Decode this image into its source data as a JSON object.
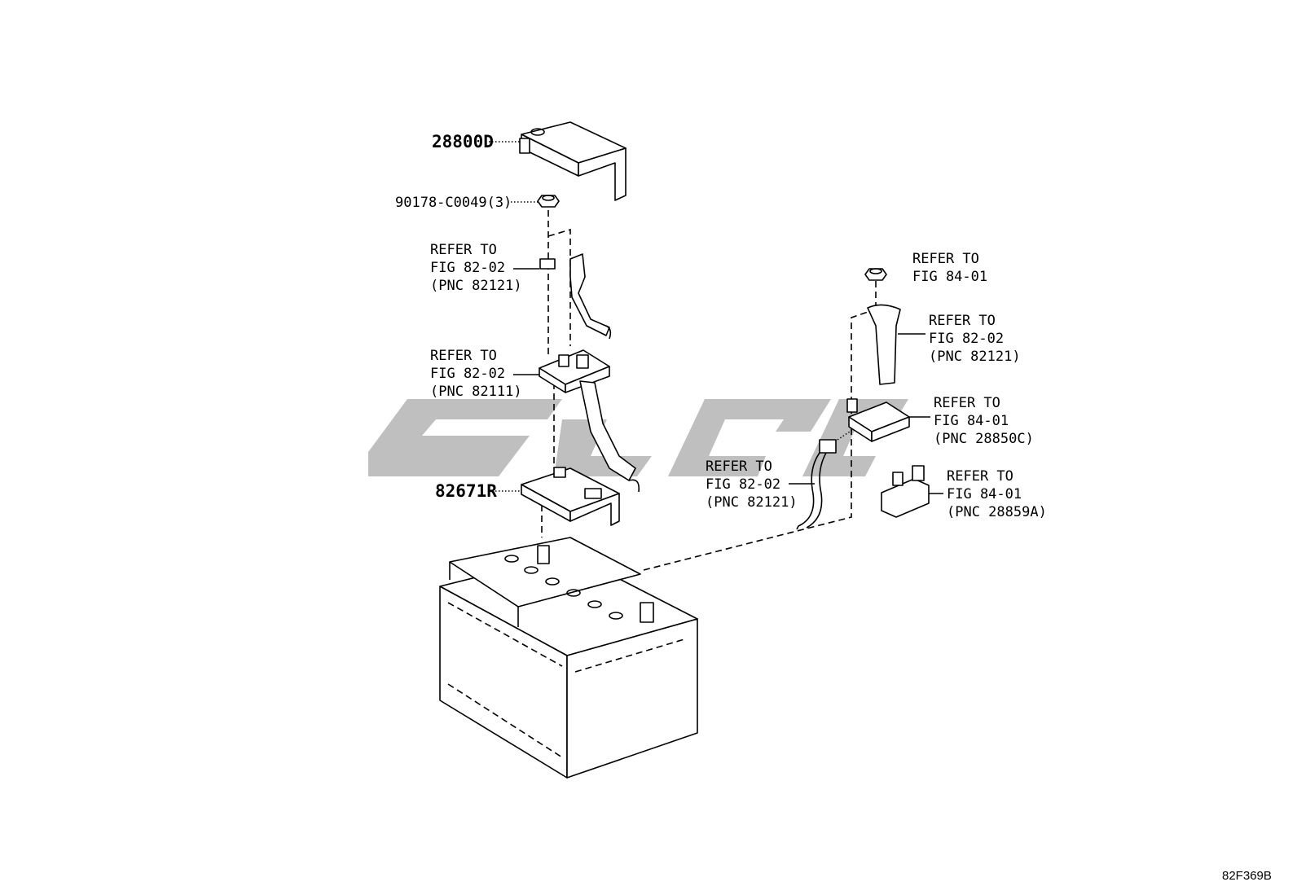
{
  "parts": {
    "cover": "28800D",
    "nut": "90178-C0049(3)",
    "clamp": "82671R"
  },
  "callouts": {
    "c1": [
      "REFER TO",
      "FIG 82-02",
      "(PNC 82121)"
    ],
    "c2": [
      "REFER TO",
      "FIG 82-02",
      "(PNC 82111)"
    ],
    "c3": [
      "REFER TO",
      "FIG 84-01"
    ],
    "c4": [
      "REFER TO",
      "FIG 82-02",
      "(PNC 82121)"
    ],
    "c5": [
      "REFER TO",
      "FIG 84-01",
      "(PNC 28850C)"
    ],
    "c6": [
      "REFER TO",
      "FIG 82-02",
      "(PNC 82121)"
    ],
    "c7": [
      "REFER TO",
      "FIG 84-01",
      "(PNC 28859A)"
    ]
  },
  "figure_id": "82F369B",
  "watermark_color": "#bfbfbf"
}
